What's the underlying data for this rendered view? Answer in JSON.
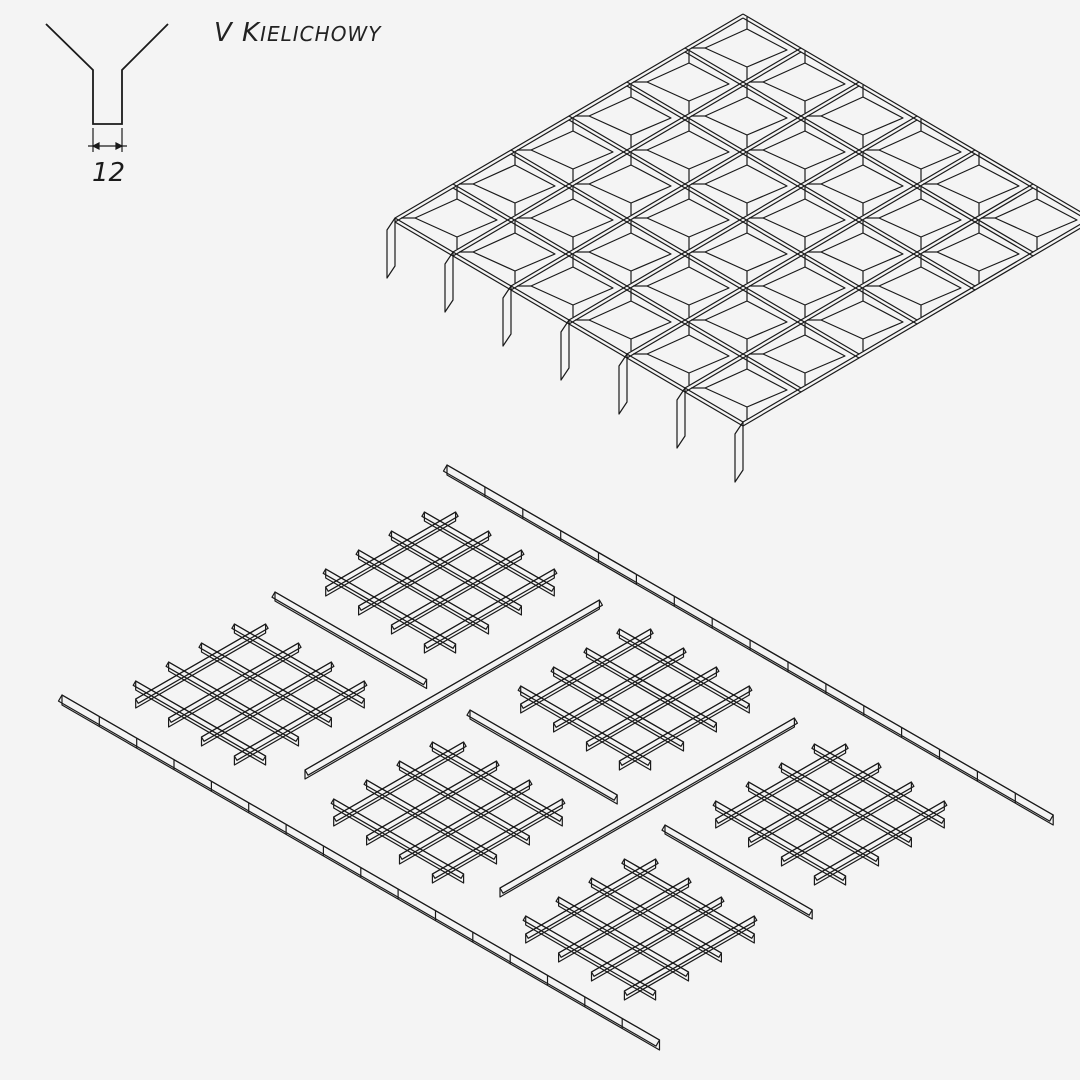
{
  "title": {
    "initial": "V K",
    "rest": "IELICHOWY"
  },
  "profile": {
    "dimension": "12"
  },
  "colors": {
    "background": "#f4f4f4",
    "line": "#1a1a1a"
  }
}
